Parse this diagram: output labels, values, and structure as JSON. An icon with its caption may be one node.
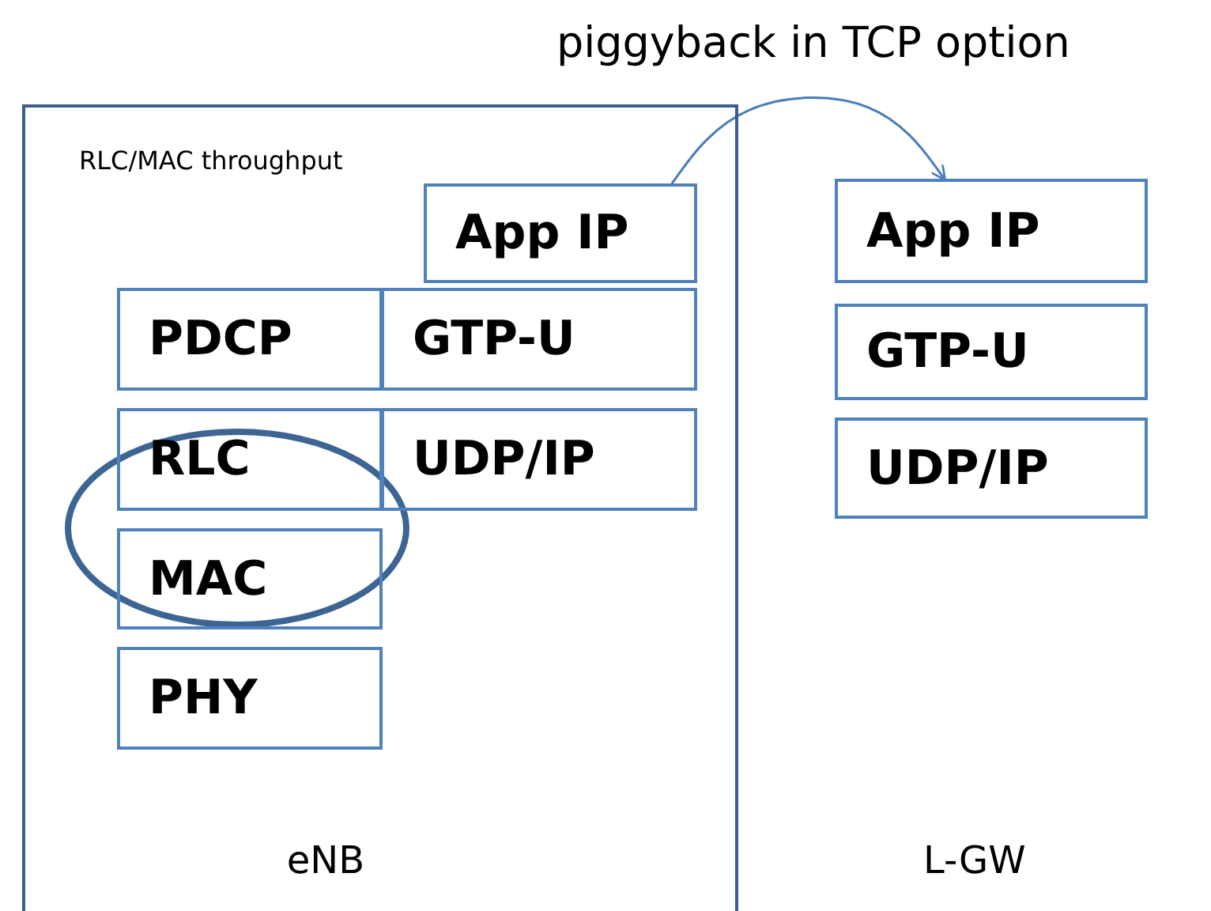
{
  "diagram": {
    "nodes": [
      {
        "text": [
          "RLC/MAC throughput",
          "eNB"
        ]
      },
      {
        "text": [
          "App IP"
        ],
        "in": 0
      },
      {
        "text": [
          "PDCP"
        ],
        "in": 0
      },
      {
        "text": [
          "GTP-U"
        ],
        "in": 0
      },
      {
        "text": [
          "RLC"
        ],
        "in": 0
      },
      {
        "text": [
          "UDP/IP"
        ],
        "in": 0
      },
      {
        "text": [
          "MAC"
        ],
        "in": 0
      },
      {
        "text": [
          "PHY"
        ],
        "in": 0
      },
      {
        "text": [
          "App IP"
        ]
      },
      {
        "text": [
          "GTP-U"
        ]
      },
      {
        "text": [
          "UDP/IP"
        ]
      }
    ],
    "edges": [
      {
        "from": 1,
        "to": 8,
        "arrow": "to",
        "label": "piggyback in TCP option"
      }
    ],
    "labels": [
      "L-GW"
    ]
  }
}
